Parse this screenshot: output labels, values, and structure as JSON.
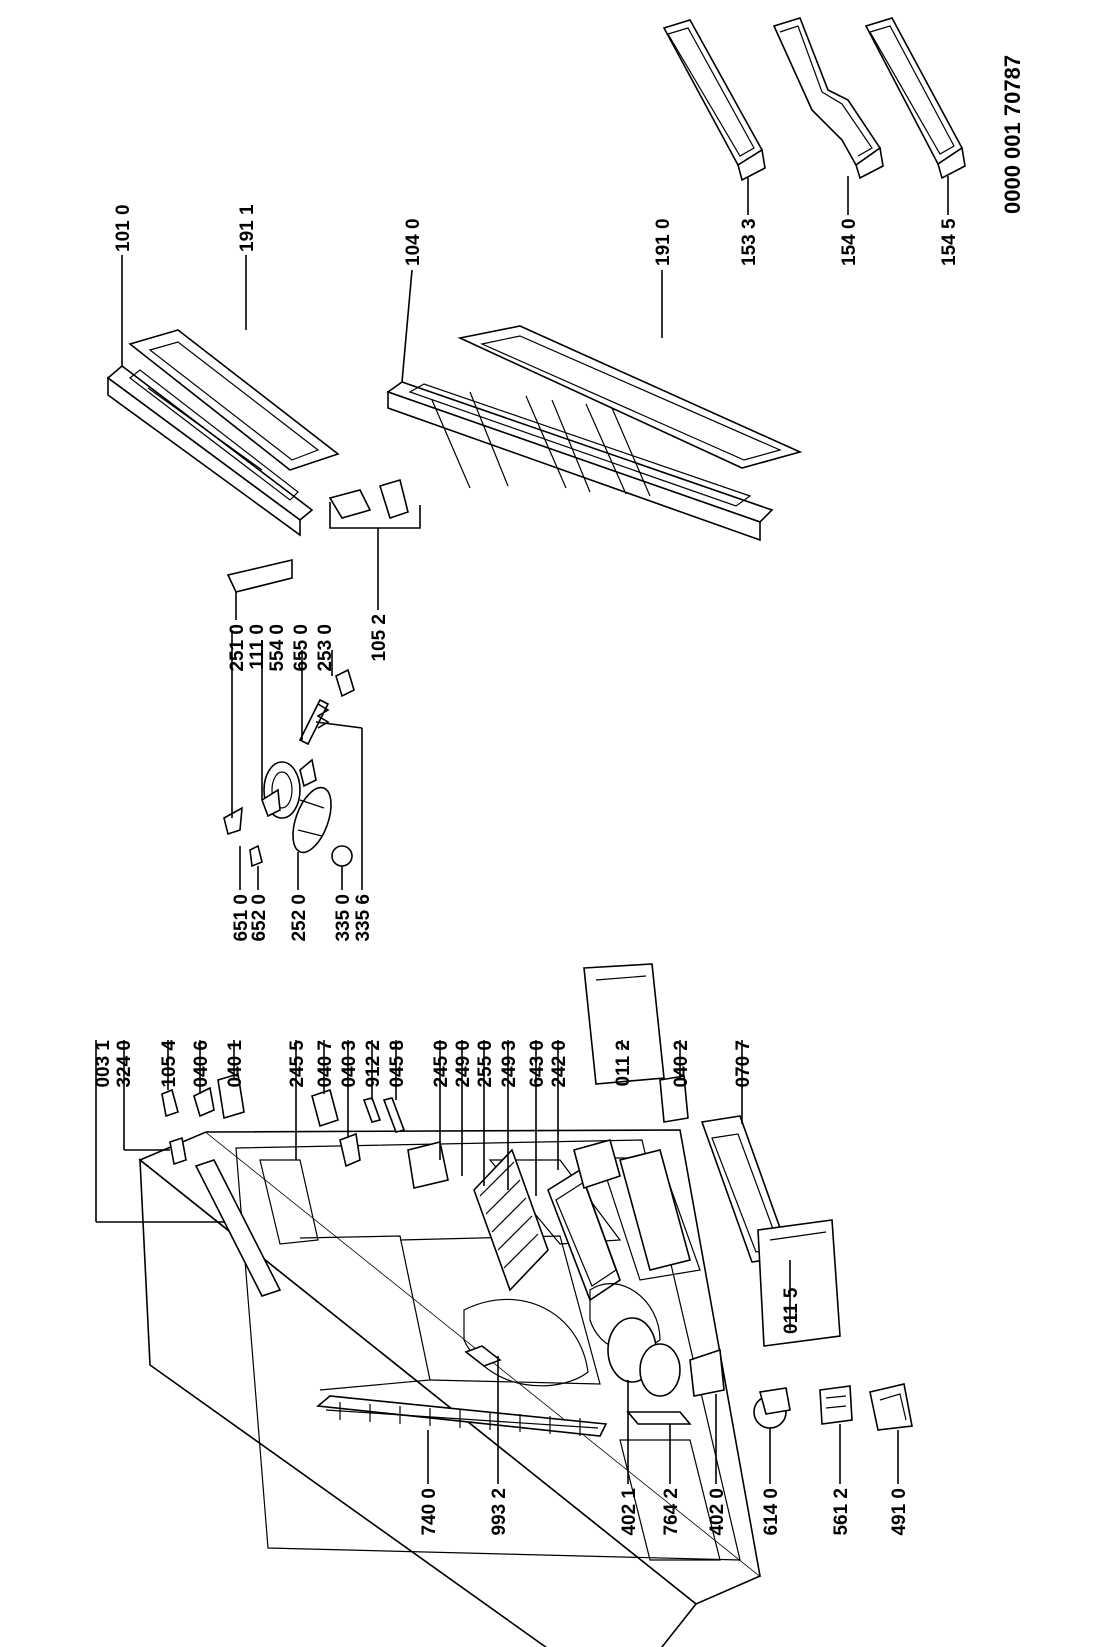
{
  "drawing_code": "0000 001 70787",
  "labels": {
    "l_003_1": "003 1",
    "l_324_0": "324 0",
    "l_105_4": "105 4",
    "l_040_6": "040 6",
    "l_040_1": "040 1",
    "l_245_5": "245 5",
    "l_040_7": "040 7",
    "l_040_3": "040 3",
    "l_912_2": "912 2",
    "l_045_8": "045 8",
    "l_245_0": "245 0",
    "l_249_0": "249 0",
    "l_255_0": "255 0",
    "l_249_3": "249 3",
    "l_643_0": "643 0",
    "l_242_0": "242 0",
    "l_011_2": "011 2",
    "l_040_2": "040 2",
    "l_070_7": "070 7",
    "l_011_5": "011 5",
    "l_740_0": "740 0",
    "l_993_2": "993 2",
    "l_402_1": "402 1",
    "l_764_2": "764 2",
    "l_402_0": "402 0",
    "l_614_0": "614 0",
    "l_561_2": "561 2",
    "l_491_0": "491 0",
    "l_651_0": "651 0",
    "l_652_0": "652 0",
    "l_252_0": "252 0",
    "l_335_0": "335 0",
    "l_335_6": "335 6",
    "l_251_0": "251 0",
    "l_111_0": "111 0",
    "l_554_0": "554 0",
    "l_655_0": "655 0",
    "l_253_0": "253 0",
    "l_105_2": "105 2",
    "l_101_0": "101 0",
    "l_191_1": "191 1",
    "l_104_0": "104 0",
    "l_191_0": "191 0",
    "l_153_3": "153 3",
    "l_154_0": "154 0",
    "l_154_5": "154 5"
  }
}
